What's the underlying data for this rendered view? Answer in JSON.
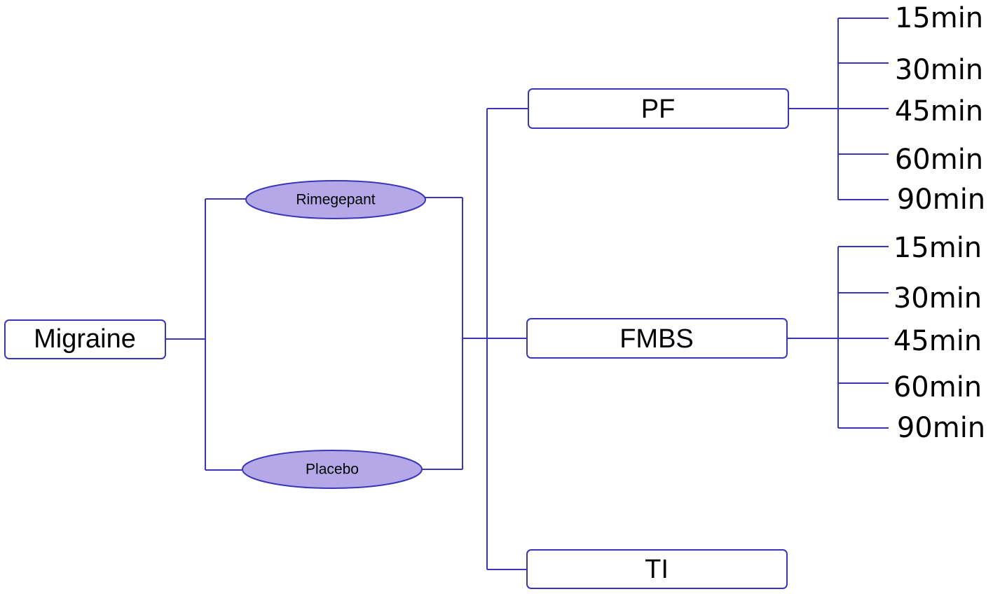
{
  "diagram": {
    "root": {
      "label": "Migraine"
    },
    "groups": [
      {
        "label": "Rimegepant"
      },
      {
        "label": "Placebo"
      }
    ],
    "outcomes": [
      {
        "label": "PF",
        "times": [
          "15min",
          "30min",
          "45min",
          "60min",
          "90min"
        ]
      },
      {
        "label": "FMBS",
        "times": [
          "15min",
          "30min",
          "45min",
          "60min",
          "90min"
        ]
      },
      {
        "label": "TI"
      }
    ],
    "colors": {
      "line": "#3b36b8",
      "oval_fill": "#b5a8e8",
      "box_fill": "#ffffff",
      "text": "#000000"
    }
  }
}
